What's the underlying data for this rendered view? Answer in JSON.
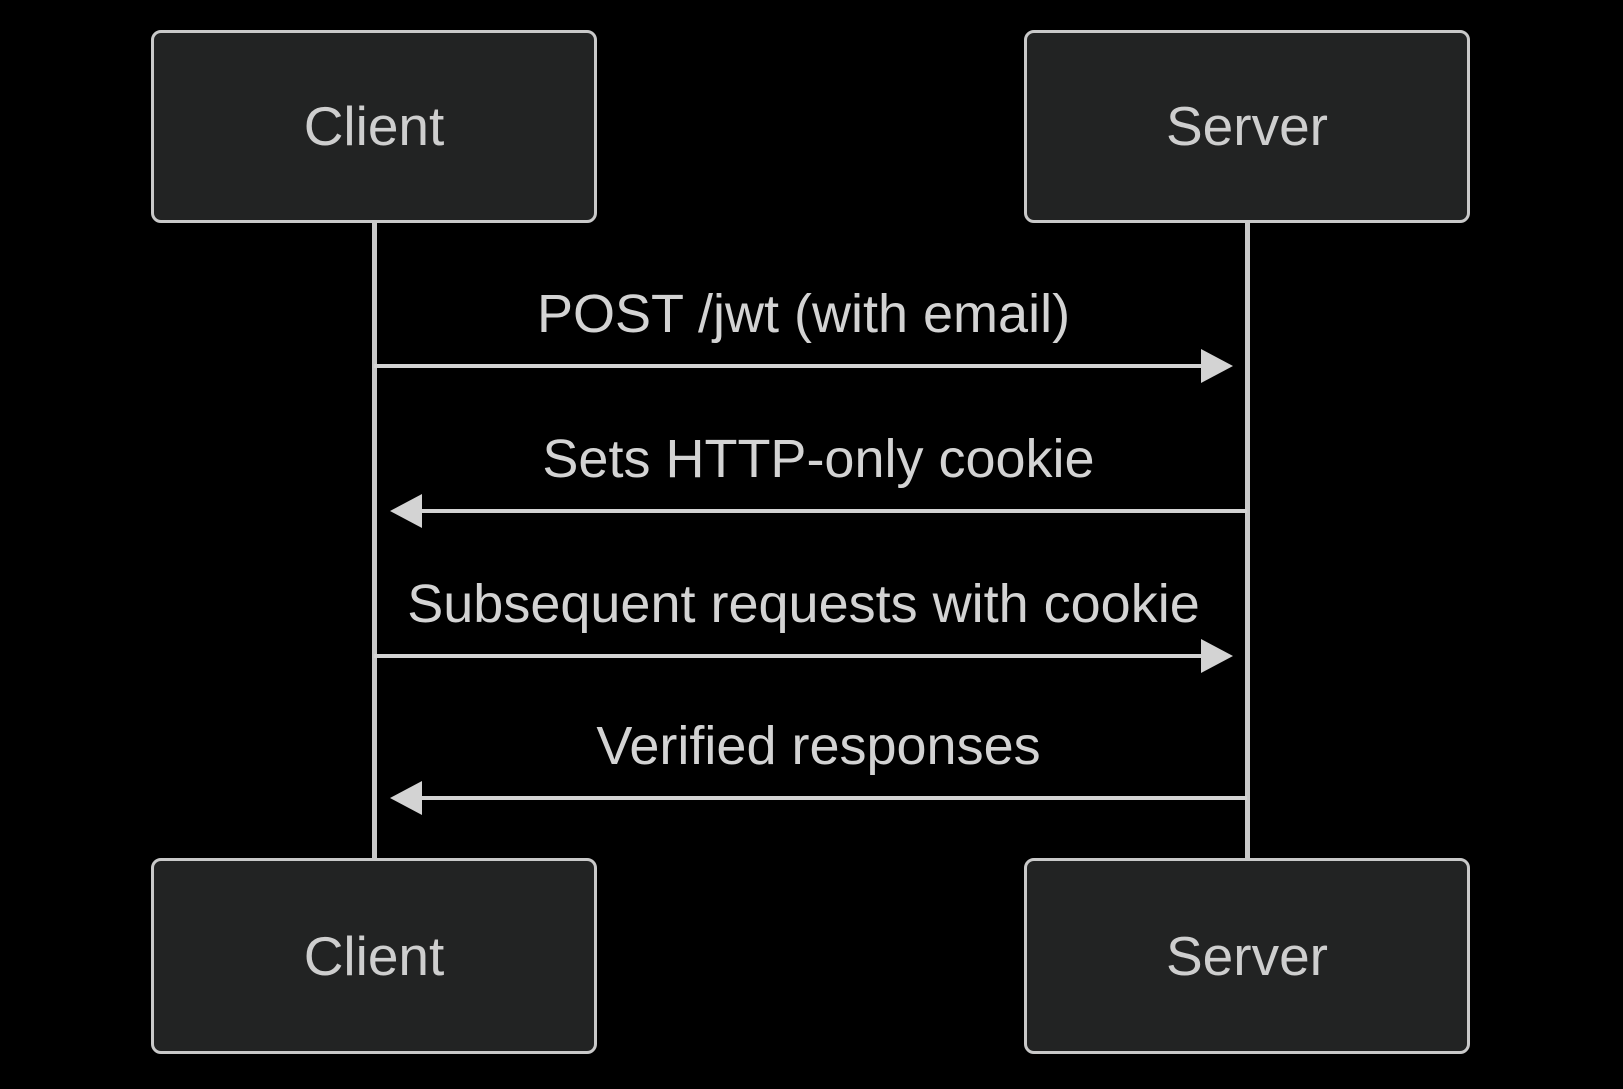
{
  "diagram": {
    "type": "sequence-diagram",
    "theme": {
      "background": "#000000",
      "actor_fill": "#222323",
      "actor_border": "#c9c9c9",
      "actor_text_color": "#cecece",
      "line_color": "#d3d3d3",
      "message_text_color": "#d3d3d3"
    },
    "actors": [
      {
        "id": "client",
        "label": "Client"
      },
      {
        "id": "server",
        "label": "Server"
      }
    ],
    "messages": [
      {
        "from": "client",
        "to": "server",
        "direction": "right",
        "label": "POST /jwt (with email)"
      },
      {
        "from": "server",
        "to": "client",
        "direction": "left",
        "label": "Sets HTTP-only cookie"
      },
      {
        "from": "client",
        "to": "server",
        "direction": "right",
        "label": "Subsequent requests with cookie"
      },
      {
        "from": "server",
        "to": "client",
        "direction": "left",
        "label": "Verified responses"
      }
    ]
  }
}
